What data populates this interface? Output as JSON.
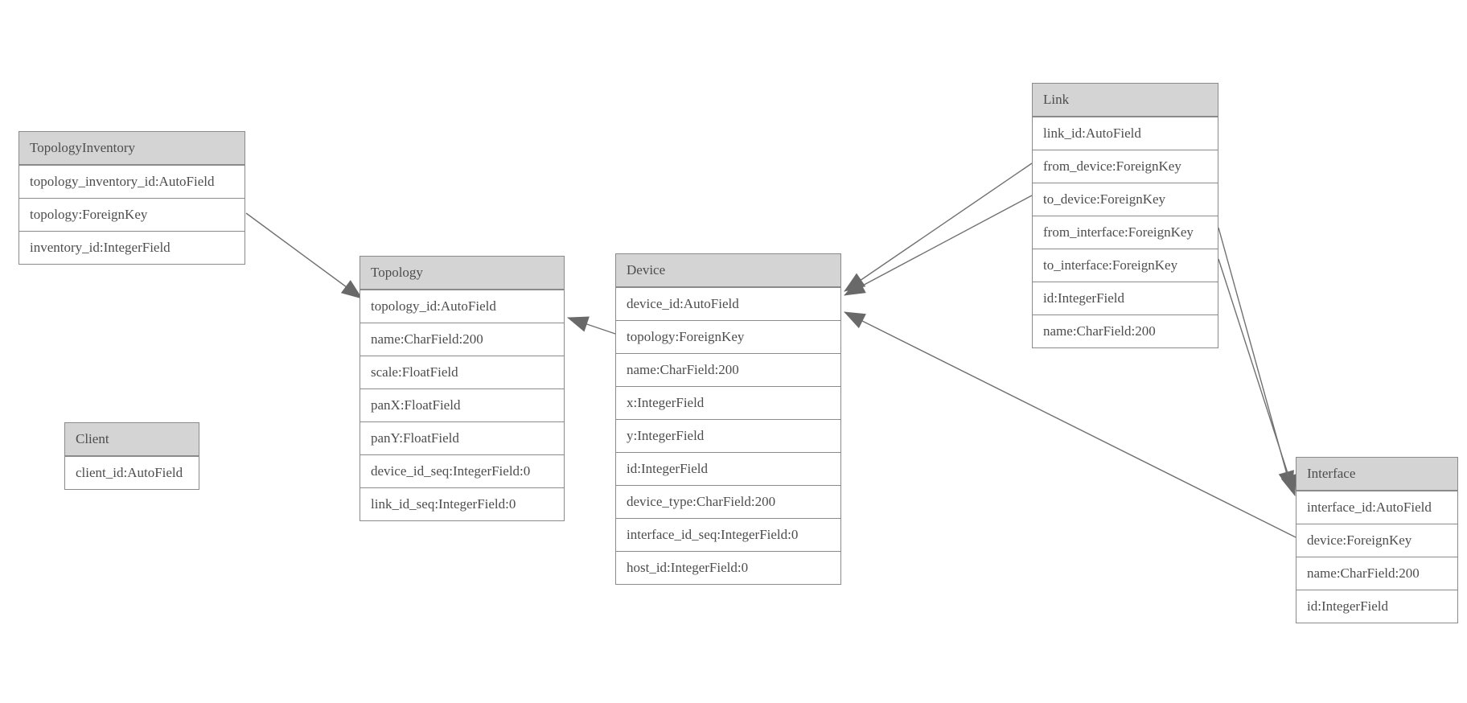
{
  "diagram": {
    "entities": [
      {
        "name": "TopologyInventory",
        "fields": [
          "topology_inventory_id:AutoField",
          "topology:ForeignKey",
          "inventory_id:IntegerField"
        ]
      },
      {
        "name": "Topology",
        "fields": [
          "topology_id:AutoField",
          "name:CharField:200",
          "scale:FloatField",
          "panX:FloatField",
          "panY:FloatField",
          "device_id_seq:IntegerField:0",
          "link_id_seq:IntegerField:0"
        ]
      },
      {
        "name": "Client",
        "fields": [
          "client_id:AutoField"
        ]
      },
      {
        "name": "Device",
        "fields": [
          "device_id:AutoField",
          "topology:ForeignKey",
          "name:CharField:200",
          "x:IntegerField",
          "y:IntegerField",
          "id:IntegerField",
          "device_type:CharField:200",
          "interface_id_seq:IntegerField:0",
          "host_id:IntegerField:0"
        ]
      },
      {
        "name": "Link",
        "fields": [
          "link_id:AutoField",
          "from_device:ForeignKey",
          "to_device:ForeignKey",
          "from_interface:ForeignKey",
          "to_interface:ForeignKey",
          "id:IntegerField",
          "name:CharField:200"
        ]
      },
      {
        "name": "Interface",
        "fields": [
          "interface_id:AutoField",
          "device:ForeignKey",
          "name:CharField:200",
          "id:IntegerField"
        ]
      }
    ],
    "relationships": [
      {
        "from": "TopologyInventory.topology",
        "to": "Topology"
      },
      {
        "from": "Device.topology",
        "to": "Topology"
      },
      {
        "from": "Link.from_device",
        "to": "Device"
      },
      {
        "from": "Link.to_device",
        "to": "Device"
      },
      {
        "from": "Link.from_interface",
        "to": "Interface"
      },
      {
        "from": "Link.to_interface",
        "to": "Interface"
      },
      {
        "from": "Interface.device",
        "to": "Device"
      }
    ],
    "colors": {
      "header_bg": "#d4d4d4",
      "border": "#8a8a8a",
      "text": "#4d4d4d",
      "line": "#707070",
      "arrowhead": "#696969",
      "background": "#ffffff"
    }
  }
}
